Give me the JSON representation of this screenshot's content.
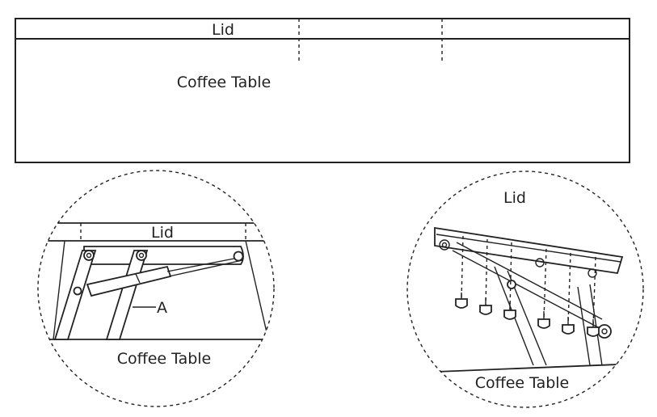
{
  "overview": {
    "lid_label": "Lid",
    "table_label": "Coffee Table"
  },
  "detail_left": {
    "lid_label": "Lid",
    "part_label": "A",
    "table_label": "Coffee Table"
  },
  "detail_right": {
    "lid_label": "Lid",
    "table_label": "Coffee Table",
    "screw_count": 6
  }
}
